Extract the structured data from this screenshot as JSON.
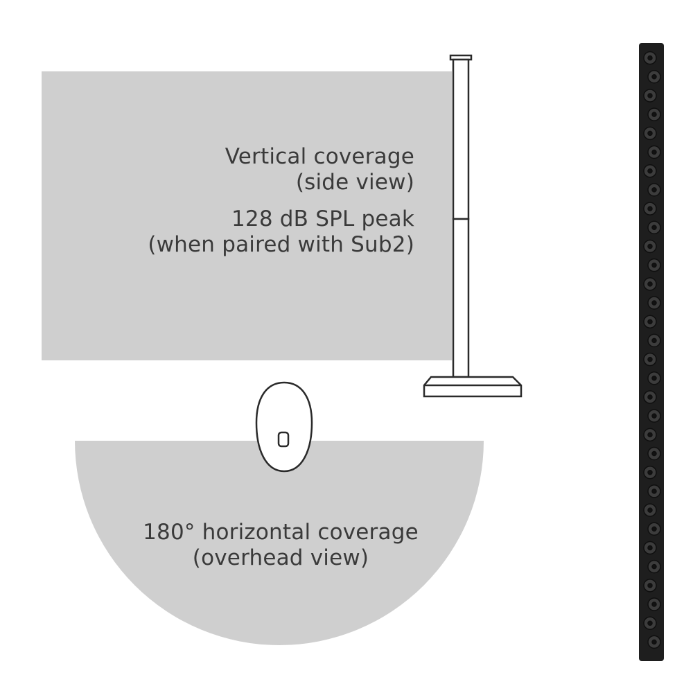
{
  "vertical_coverage": {
    "title_line1": "Vertical coverage",
    "title_line2": "(side view)",
    "spl_line1": "128 dB SPL peak",
    "spl_line2": "(when paired with Sub2)"
  },
  "horizontal_coverage": {
    "line1": "180° horizontal coverage",
    "line2": "(overhead view)"
  },
  "colors": {
    "coverage_fill": "#cfcfcf",
    "outline": "#2a2a2a",
    "array_body": "#1e1e1e",
    "background": "#ffffff"
  },
  "icons": {
    "speaker_side": "column-speaker-side-view-icon",
    "speaker_top": "speaker-overhead-view-icon",
    "array": "speaker-array-column-icon"
  }
}
